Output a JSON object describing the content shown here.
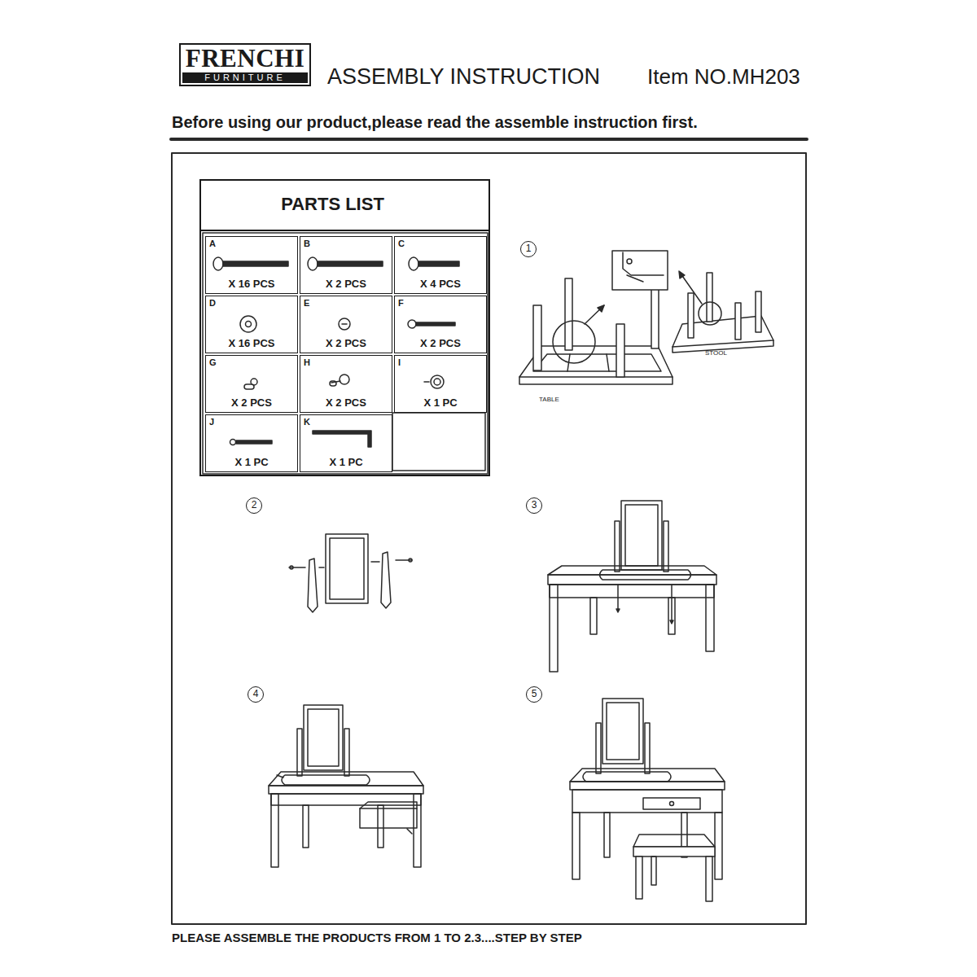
{
  "diagram": {
    "title": "ASSEMBLY INSTRUCTION",
    "caption": "PLEASE ASSEMBLE THE PRODUCTS FROM 1 TO 2.3....STEP BY STEP",
    "nodes": [
      {
        "text": [
          "FRENCHI",
          "FURNITURE"
        ]
      },
      {
        "text": [
          "PARTS LIST"
        ]
      },
      {
        "text": [
          "A",
          "X 16 PCS"
        ],
        "in": 1
      },
      {
        "text": [
          "B",
          "X 2 PCS"
        ],
        "in": 1
      },
      {
        "text": [
          "C",
          "X 4 PCS"
        ],
        "in": 1
      },
      {
        "text": [
          "D",
          "X 16 PCS"
        ],
        "in": 1
      },
      {
        "text": [
          "E",
          "X 2 PCS"
        ],
        "in": 1
      },
      {
        "text": [
          "F",
          "X 2 PCS"
        ],
        "in": 1
      },
      {
        "text": [
          "G",
          "X 2 PCS"
        ],
        "in": 1
      },
      {
        "text": [
          "H",
          "X 2 PCS"
        ],
        "in": 1
      },
      {
        "text": [
          "I",
          "X 1 PC"
        ],
        "in": 1
      },
      {
        "text": [
          "J",
          "X 1 PC"
        ],
        "in": 1
      },
      {
        "text": [
          "K",
          "X 1 PC"
        ],
        "in": 1
      },
      {
        "text": [
          "1"
        ]
      },
      {
        "text": [
          "2"
        ]
      },
      {
        "text": [
          "3"
        ]
      },
      {
        "text": [
          "4"
        ]
      },
      {
        "text": [
          "5"
        ]
      }
    ],
    "labels": [
      "Item NO.MH203",
      "Before using our product,please read the assemble instruction first.",
      "TABLE",
      "STOOL"
    ]
  }
}
